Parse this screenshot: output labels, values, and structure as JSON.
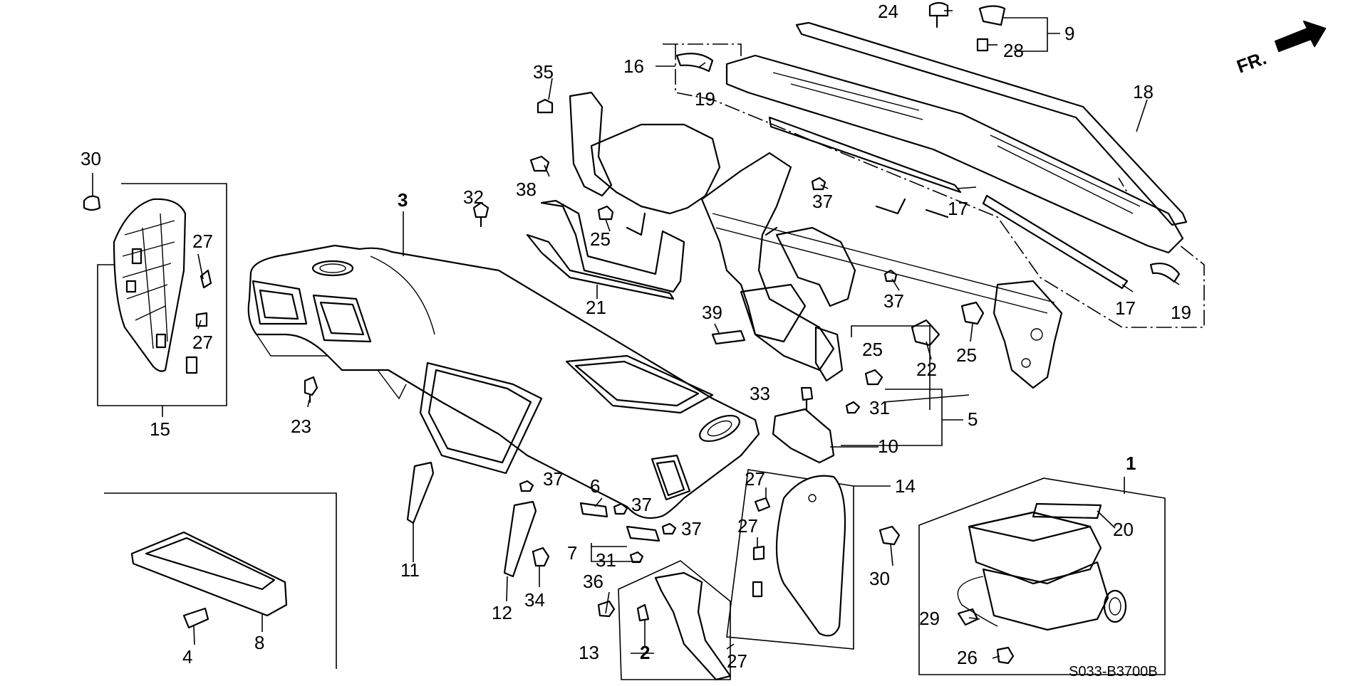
{
  "diagram": {
    "drawing_code": "S033-B3700B",
    "direction_label": "FR.",
    "callouts": [
      {
        "id": "c1",
        "label": "1"
      },
      {
        "id": "c2",
        "label": "2"
      },
      {
        "id": "c3",
        "label": "3"
      },
      {
        "id": "c4",
        "label": "4"
      },
      {
        "id": "c5",
        "label": "5"
      },
      {
        "id": "c6",
        "label": "6"
      },
      {
        "id": "c7",
        "label": "7"
      },
      {
        "id": "c8",
        "label": "8"
      },
      {
        "id": "c9",
        "label": "9"
      },
      {
        "id": "c10",
        "label": "10"
      },
      {
        "id": "c11",
        "label": "11"
      },
      {
        "id": "c12",
        "label": "12"
      },
      {
        "id": "c13",
        "label": "13"
      },
      {
        "id": "c14",
        "label": "14"
      },
      {
        "id": "c15",
        "label": "15"
      },
      {
        "id": "c16",
        "label": "16"
      },
      {
        "id": "c17a",
        "label": "17"
      },
      {
        "id": "c17b",
        "label": "17"
      },
      {
        "id": "c18",
        "label": "18"
      },
      {
        "id": "c19a",
        "label": "19"
      },
      {
        "id": "c19b",
        "label": "19"
      },
      {
        "id": "c20",
        "label": "20"
      },
      {
        "id": "c21",
        "label": "21"
      },
      {
        "id": "c22",
        "label": "22"
      },
      {
        "id": "c23",
        "label": "23"
      },
      {
        "id": "c24",
        "label": "24"
      },
      {
        "id": "c25a",
        "label": "25"
      },
      {
        "id": "c25b",
        "label": "25"
      },
      {
        "id": "c25c",
        "label": "25"
      },
      {
        "id": "c26",
        "label": "26"
      },
      {
        "id": "c27a",
        "label": "27"
      },
      {
        "id": "c27b",
        "label": "27"
      },
      {
        "id": "c27c",
        "label": "27"
      },
      {
        "id": "c27d",
        "label": "27"
      },
      {
        "id": "c27e",
        "label": "27"
      },
      {
        "id": "c28",
        "label": "28"
      },
      {
        "id": "c29",
        "label": "29"
      },
      {
        "id": "c30a",
        "label": "30"
      },
      {
        "id": "c30b",
        "label": "30"
      },
      {
        "id": "c31a",
        "label": "31"
      },
      {
        "id": "c31b",
        "label": "31"
      },
      {
        "id": "c32",
        "label": "32"
      },
      {
        "id": "c33",
        "label": "33"
      },
      {
        "id": "c34",
        "label": "34"
      },
      {
        "id": "c35",
        "label": "35"
      },
      {
        "id": "c36",
        "label": "36"
      },
      {
        "id": "c37a",
        "label": "37"
      },
      {
        "id": "c37b",
        "label": "37"
      },
      {
        "id": "c37c",
        "label": "37"
      },
      {
        "id": "c37d",
        "label": "37"
      },
      {
        "id": "c37e",
        "label": "37"
      },
      {
        "id": "c38",
        "label": "38"
      },
      {
        "id": "c39",
        "label": "39"
      }
    ]
  }
}
